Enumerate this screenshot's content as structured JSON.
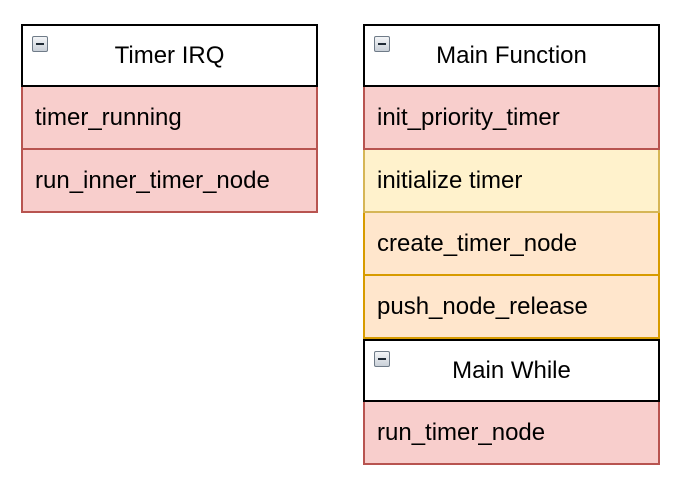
{
  "colors": {
    "red_fill": "#f8cecc",
    "red_stroke": "#b85450",
    "yellow_fill": "#fff2cc",
    "yellow_stroke": "#d6b656",
    "orange_fill": "#ffe6cc",
    "orange_stroke": "#d79b00",
    "header_fill": "#ffffff",
    "header_stroke": "#000000"
  },
  "timer_irq": {
    "title": "Timer IRQ",
    "icon": "collapse-icon",
    "items": [
      "timer_running",
      "run_inner_timer_node"
    ]
  },
  "main_function": {
    "title": "Main Function",
    "icon": "collapse-icon",
    "items": [
      "init_priority_timer",
      "initialize timer",
      "create_timer_node",
      "push_node_release"
    ]
  },
  "main_while": {
    "title": "Main While",
    "icon": "collapse-icon",
    "items": [
      "run_timer_node"
    ]
  }
}
